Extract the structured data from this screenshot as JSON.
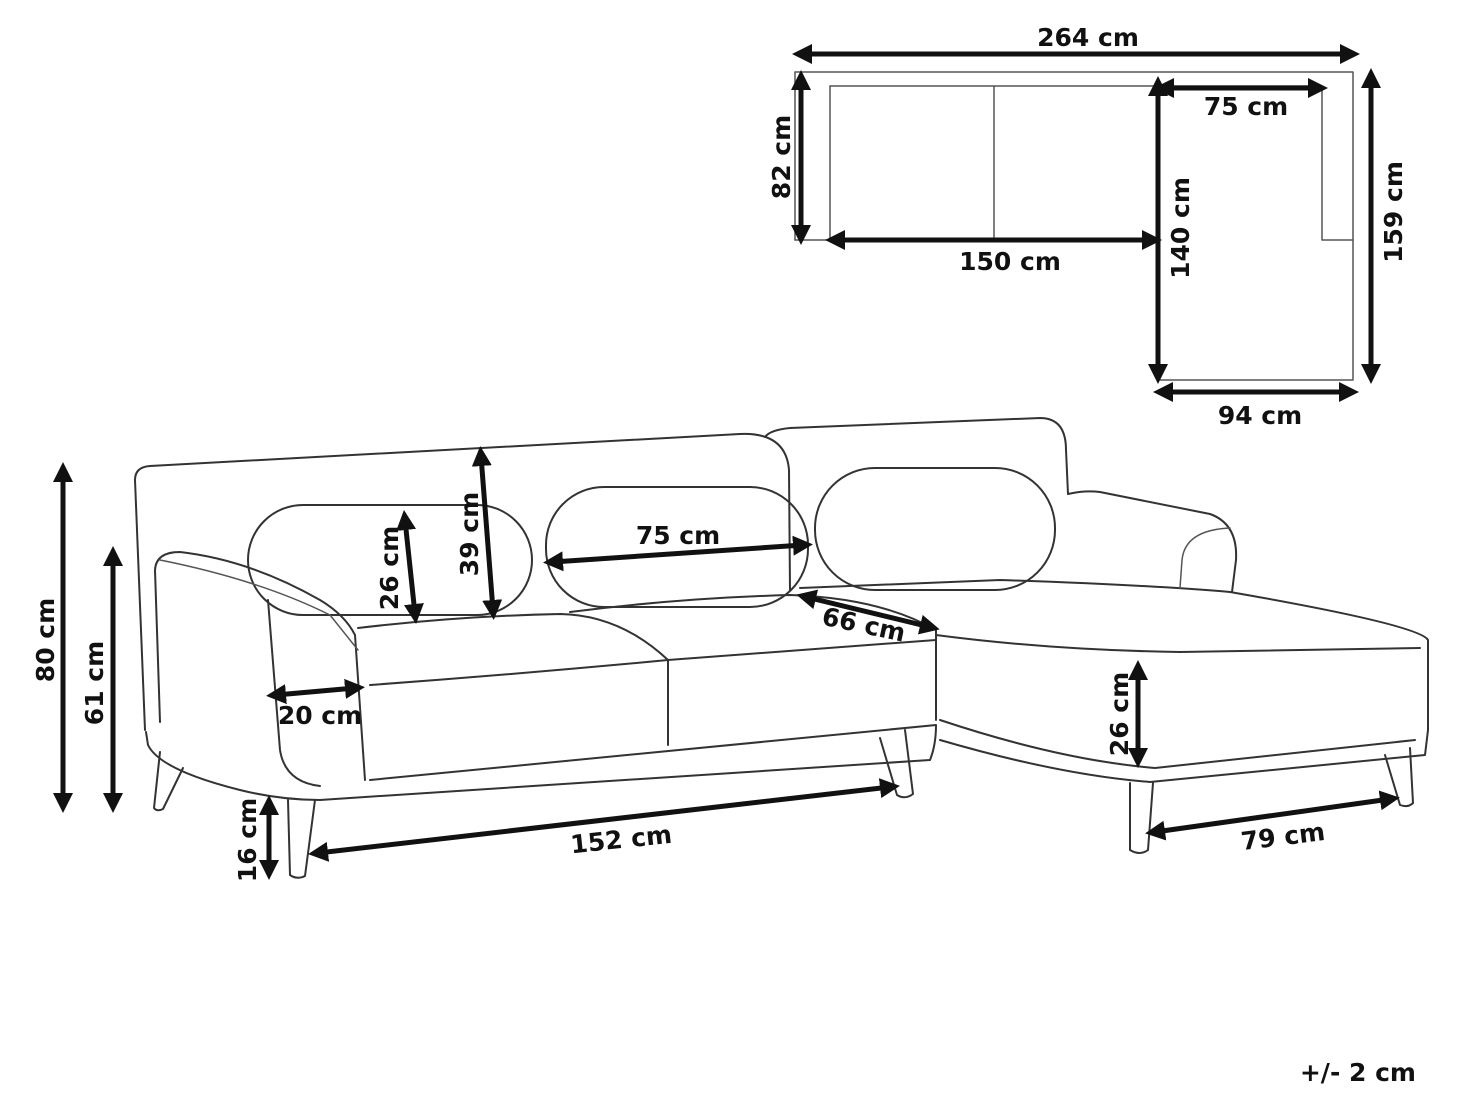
{
  "colors": {
    "outline": "#333333",
    "dimension": "#111111",
    "background": "#ffffff"
  },
  "top_view": {
    "total_width": "264 cm",
    "sofa_depth": "82 cm",
    "seat_width": "150 cm",
    "chaise_depth": "140 cm",
    "chaise_width": "94 cm",
    "chaise_seat_width": "75 cm",
    "total_depth": "159 cm"
  },
  "front_view": {
    "total_height": "80 cm",
    "armrest_height": "61 cm",
    "leg_height": "16 cm",
    "armrest_width": "20 cm",
    "cushion_height": "26 cm",
    "backrest_height": "39 cm",
    "pillow_width": "75 cm",
    "seat_depth": "66 cm",
    "sofa_width": "152 cm",
    "chaise_seat_height": "26 cm",
    "chaise_width": "79 cm"
  },
  "tolerance": "+/- 2 cm"
}
